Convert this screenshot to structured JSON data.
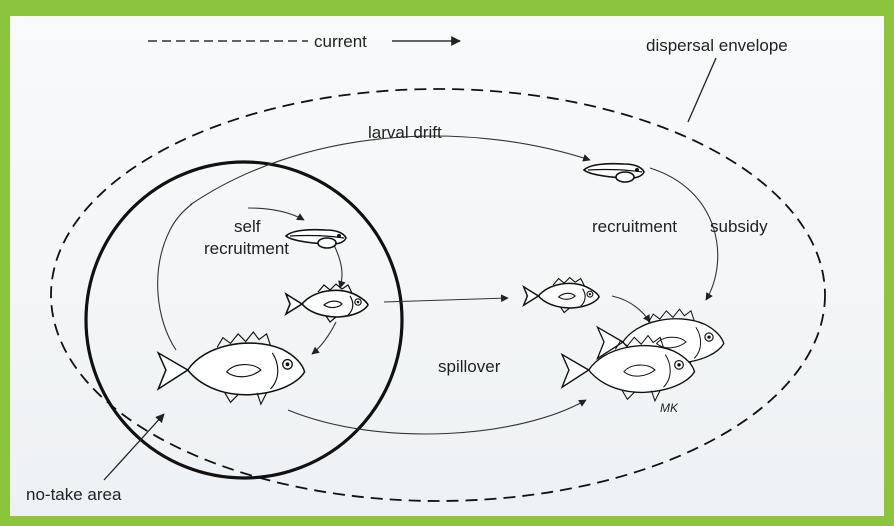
{
  "labels": {
    "current": "current",
    "dispersal_envelope": "dispersal envelope",
    "larval_drift": "larval drift",
    "self_recruitment_line1": "self",
    "self_recruitment_line2": "recruitment",
    "recruitment": "recruitment",
    "subsidy": "subsidy",
    "spillover": "spillover",
    "no_take_area": "no-take area",
    "signature": "MK"
  },
  "colors": {
    "frame": "#8cc43c",
    "ink": "#111111"
  }
}
